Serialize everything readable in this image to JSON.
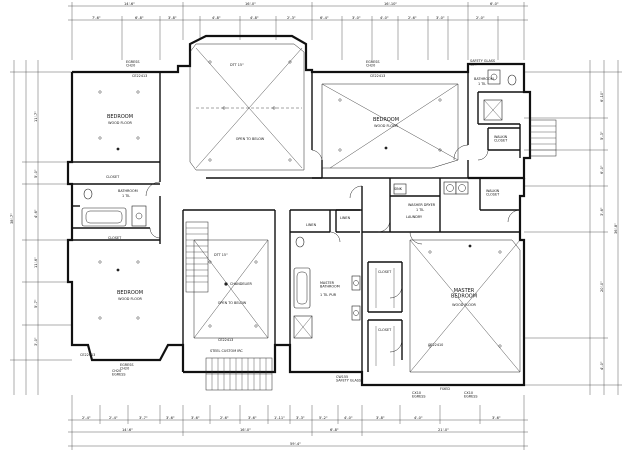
{
  "rooms": {
    "bedroom_nw": {
      "name": "BEDROOM",
      "floor": "WOOD FLOOR",
      "egress": "EGRESS\nCH20",
      "ceiling": "CE22413"
    },
    "open_center": {
      "label": "OPEN TO BELOW",
      "dtt": "DTT 15\""
    },
    "bedroom_ne": {
      "name": "BEDROOM",
      "floor": "WOOD FLOOR",
      "egress": "EGRESS\nCH20",
      "ceiling": "CE22413"
    },
    "bathroom_ne": {
      "name": "BATHROOM",
      "sub": "1 TIL"
    },
    "walkin_closet_ne": {
      "name": "WALKIN\nCLOSET"
    },
    "safety_glass_ne": {
      "label": "SAFETY GLASS\nC24"
    },
    "closet_w1": {
      "name": "CLOSET"
    },
    "bathroom_w": {
      "name": "BATHROOM",
      "sub": "1 TIL"
    },
    "closet_w2": {
      "name": "CLOSET"
    },
    "bedroom_sw": {
      "name": "BEDROOM",
      "floor": "WOOD FLOOR",
      "egress": "EGRESS\nCH20",
      "ceiling": "CE22413"
    },
    "stair_open": {
      "label": "OPEN TO BELOW",
      "chandelier": "CHANDELIER",
      "dtt": "DTT 15\"",
      "ceiling": "CE22413"
    },
    "steel_custom": {
      "label": "STEEL CUSTOM IRC"
    },
    "egress_south": {
      "label": "CH20\nEGRESS"
    },
    "linen1": {
      "name": "LINEN"
    },
    "linen2": {
      "name": "LINEN"
    },
    "sink": {
      "name": "SINK"
    },
    "washer_dryer": {
      "name": "WASHER DRYER",
      "sub": "1 TIL"
    },
    "laundry": {
      "name": "LAUNDRY"
    },
    "walkin_closet_e": {
      "name": "WALKIN\nCLOSET"
    },
    "master_bath": {
      "name": "MASTER\nBATHROOM",
      "sub": "1 TIL PUR"
    },
    "closet_m1": {
      "name": "CLOSET"
    },
    "closet_m2": {
      "name": "CLOSET"
    },
    "master_bedroom": {
      "name": "MASTER\nBEDROOM",
      "floor": "WOOD FLOOR",
      "ceiling": "CE22410"
    },
    "safety_glass_s": {
      "label": "CW155\nSAFETY GLASS"
    },
    "egress_se1": {
      "label": "CX10\nEGRESS"
    },
    "egress_se2": {
      "label": "CX10\nEGRESS"
    },
    "fixed": {
      "label": "FIXED"
    }
  },
  "dims": {
    "top1": [
      "14'-6\"",
      "16'-0\"",
      "16'-10\"",
      "6'-0\""
    ],
    "top2": [
      "7'-6\"",
      "6'-8\"",
      "3'-8\"",
      "4'-8\"",
      "4'-8\"",
      "2'-3\"",
      "6'-4\"",
      "3'-0\"",
      "4'-0\"",
      "2'-6\"",
      "3'-0\"",
      "2'-0\""
    ],
    "bottom1": [
      "2'-4\"",
      "2'-4\"",
      "3'-7\"",
      "3'-6\"",
      "3'-6\"",
      "2'-6\"",
      "3'-6\"",
      "1'-11\"",
      "3'-3\"",
      "5'-2\"",
      "4'-0\"",
      "3'-8\"",
      "4'-0\"",
      "3'-6\""
    ],
    "bottom2": [
      "14'-6\"",
      "16'-0\"",
      "6'-8\"",
      "21'-0\""
    ],
    "bottom3": "59'-4\"",
    "left": [
      "11'-7\"",
      "5'-0\"",
      "4'-6\"",
      "11'-6\"",
      "5'-7\"",
      "3'-0\"",
      "38'-7\""
    ],
    "right": [
      "6'-10\"",
      "5'-3\"",
      "6'-0\"",
      "3'-6\"",
      "20'-0\"",
      "36'-8\"",
      "4'-0\""
    ]
  }
}
